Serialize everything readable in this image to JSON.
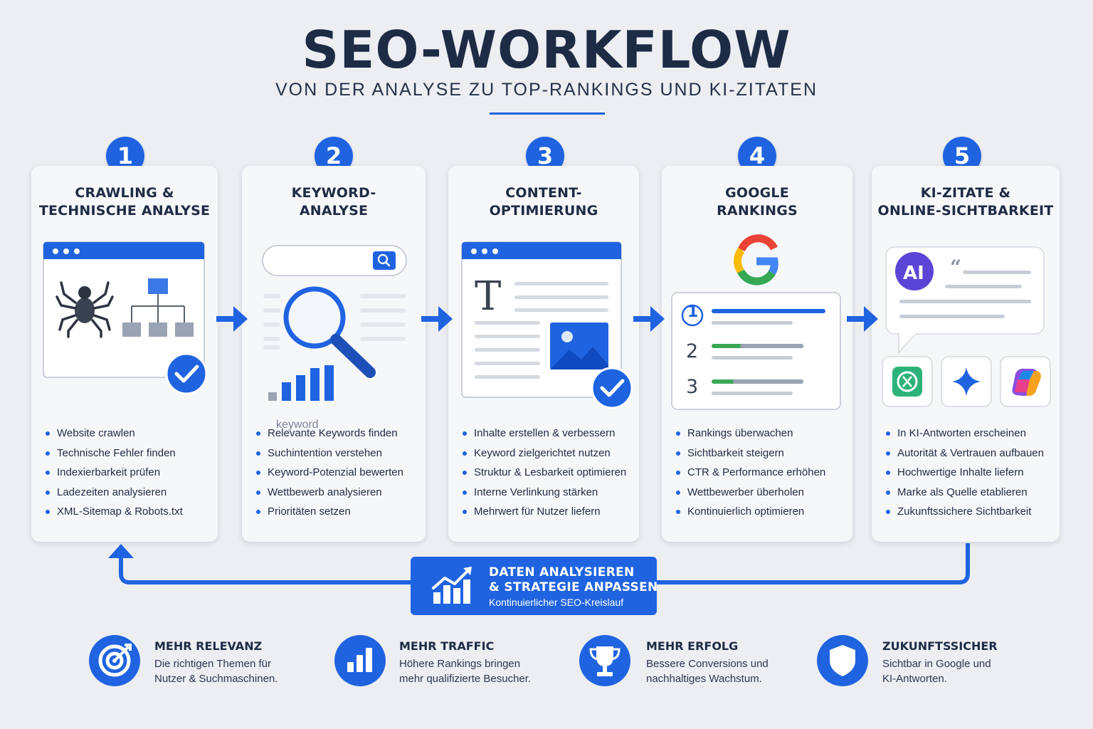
{
  "header": {
    "title": "SEO-WORKFLOW",
    "subtitle": "VON DER ANALYSE ZU TOP-RANKINGS UND KI-ZITATEN"
  },
  "steps": [
    {
      "number": "1",
      "title_lines": [
        "CRAWLING &",
        "TECHNISCHE ANALYSE"
      ],
      "bullets": [
        "Website crawlen",
        "Technische Fehler finden",
        "Indexierbarkeit prüfen",
        "Ladezeiten analysieren",
        "XML-Sitemap & Robots.txt"
      ]
    },
    {
      "number": "2",
      "title_lines": [
        "KEYWORD-",
        "ANALYSE"
      ],
      "search_placeholder": "keyword",
      "bullets": [
        "Relevante Keywords finden",
        "Suchintention verstehen",
        "Keyword-Potenzial bewerten",
        "Wettbewerb analysieren",
        "Prioritäten setzen"
      ]
    },
    {
      "number": "3",
      "title_lines": [
        "CONTENT-",
        "OPTIMIERUNG"
      ],
      "text_glyph": "T",
      "bullets": [
        "Inhalte erstellen & verbessern",
        "Keyword zielgerichtet nutzen",
        "Struktur & Lesbarkeit optimieren",
        "Interne Verlinkung stärken",
        "Mehrwert für Nutzer liefern"
      ]
    },
    {
      "number": "4",
      "title_lines": [
        "GOOGLE",
        "RANKINGS"
      ],
      "ranks": [
        "1",
        "2",
        "3"
      ],
      "bullets": [
        "Rankings überwachen",
        "Sichtbarkeit steigern",
        "CTR & Performance erhöhen",
        "Wettbewerber überholen",
        "Kontinuierlich optimieren"
      ]
    },
    {
      "number": "5",
      "title_lines": [
        "KI-ZITATE &",
        "ONLINE-SICHTBARKEIT"
      ],
      "ai_label": "AI",
      "bullets": [
        "In KI-Antworten erscheinen",
        "Autorität & Vertrauen aufbauen",
        "Hochwertige Inhalte liefern",
        "Marke als Quelle etablieren",
        "Zukunftssichere Sichtbarkeit"
      ]
    }
  ],
  "loop": {
    "line1": "DATEN ANALYSIEREN",
    "line2": "& STRATEGIE ANPASSEN",
    "line3": "Kontinuierlicher SEO-Kreislauf"
  },
  "benefits": [
    {
      "icon": "target-icon",
      "title": "MEHR RELEVANZ",
      "text_lines": [
        "Die richtigen Themen für",
        "Nutzer & Suchmaschinen."
      ]
    },
    {
      "icon": "bar-chart-icon",
      "title": "MEHR TRAFFIC",
      "text_lines": [
        "Höhere Rankings bringen",
        "mehr qualifizierte Besucher."
      ]
    },
    {
      "icon": "trophy-icon",
      "title": "MEHR ERFOLG",
      "text_lines": [
        "Bessere Conversions und",
        "nachhaltiges Wachstum."
      ]
    },
    {
      "icon": "shield-icon",
      "title": "ZUKUNFTSSICHER",
      "text_lines": [
        "Sichtbar in Google und",
        "KI-Antworten."
      ]
    }
  ],
  "colors": {
    "accent": "#1f63e0",
    "background": "#eceef2",
    "text": "#1e2b45"
  }
}
